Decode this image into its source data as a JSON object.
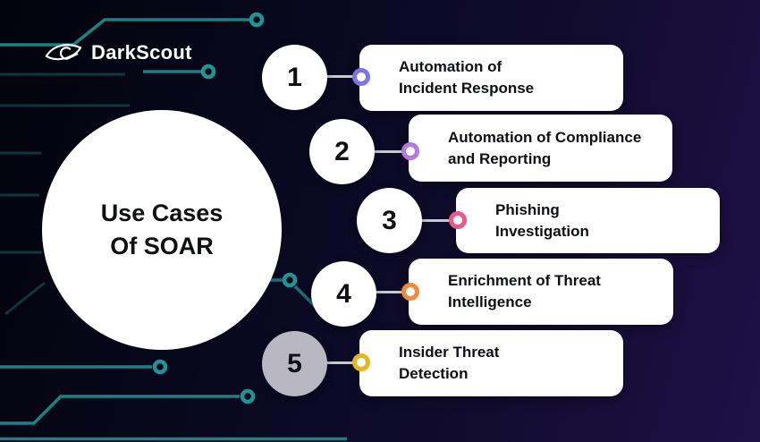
{
  "brand": {
    "name": "DarkScout"
  },
  "center": {
    "title_line1": "Use Cases",
    "title_line2": "Of SOAR"
  },
  "items": [
    {
      "number": "1",
      "label_line1": "Automation of",
      "label_line2": "Incident Response",
      "accent": "#7d75e6",
      "circle_fill": "#ffffff"
    },
    {
      "number": "2",
      "label_line1": "Automation of Compliance",
      "label_line2": "and Reporting",
      "accent": "#b47ae0",
      "circle_fill": "#ffffff"
    },
    {
      "number": "3",
      "label_line1": "Phishing",
      "label_line2": "Investigation",
      "accent": "#ea5a88",
      "circle_fill": "#ffffff"
    },
    {
      "number": "4",
      "label_line1": "Enrichment of Threat",
      "label_line2": "Intelligence",
      "accent": "#ee8c3c",
      "circle_fill": "#ffffff"
    },
    {
      "number": "5",
      "label_line1": "Insider Threat",
      "label_line2": "Detection",
      "accent": "#e9b623",
      "circle_fill": "#b9b8c2"
    }
  ],
  "colors": {
    "background_left": "#03030b",
    "background_right": "#1e1147",
    "circuit_trace": "#1c8181",
    "card_background": "#ffffff",
    "text_dark": "#0e1016",
    "connector_line": "#c9c9d4",
    "step5_circle_gray": "#b9b8c2"
  }
}
